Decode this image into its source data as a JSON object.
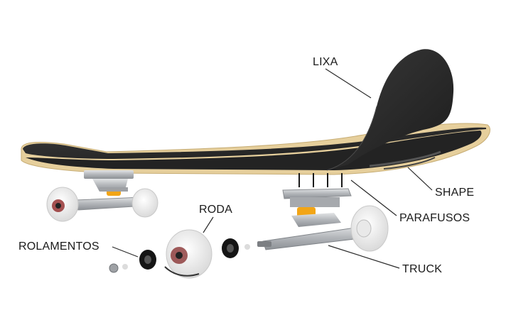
{
  "labels": {
    "lixa": "LIXA",
    "shape": "SHAPE",
    "parafusos": "PARAFUSOS",
    "roda": "RODA",
    "rolamentos": "ROLAMENTOS",
    "truck": "TRUCK"
  },
  "colors": {
    "grip": "#2b2b2b",
    "deck_edge": "#e6cf9c",
    "metal": "#b9bcc0",
    "bushing": "#f2a516",
    "wheel": "#f4f4f4",
    "bearing": "#151515"
  }
}
